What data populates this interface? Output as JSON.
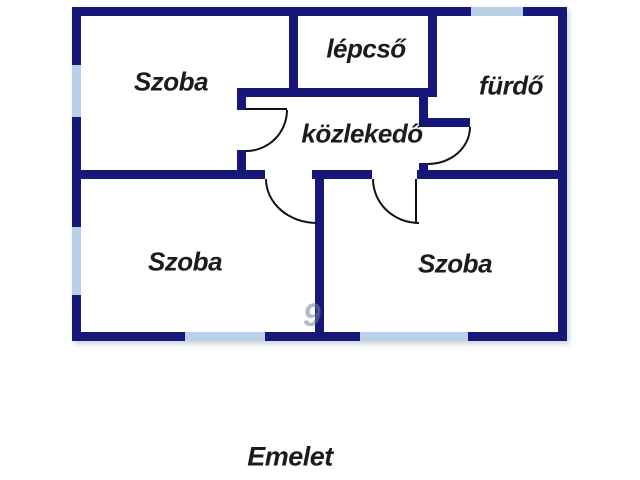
{
  "title": "Emelet floor plan",
  "colors": {
    "wall": "#171779",
    "window": "#b9d0e9",
    "label": "#1c1c1c",
    "background": "#ffffff"
  },
  "rooms": [
    {
      "id": "szoba-top-left",
      "label": "Szoba"
    },
    {
      "id": "lepcso",
      "label": "lépcső"
    },
    {
      "id": "furdo",
      "label": "fürdő"
    },
    {
      "id": "kozlekedo",
      "label": "közlekedő"
    },
    {
      "id": "szoba-bottom-left",
      "label": "Szoba"
    },
    {
      "id": "szoba-bottom-right",
      "label": "Szoba"
    }
  ],
  "caption": "Emelet",
  "watermark": "9"
}
